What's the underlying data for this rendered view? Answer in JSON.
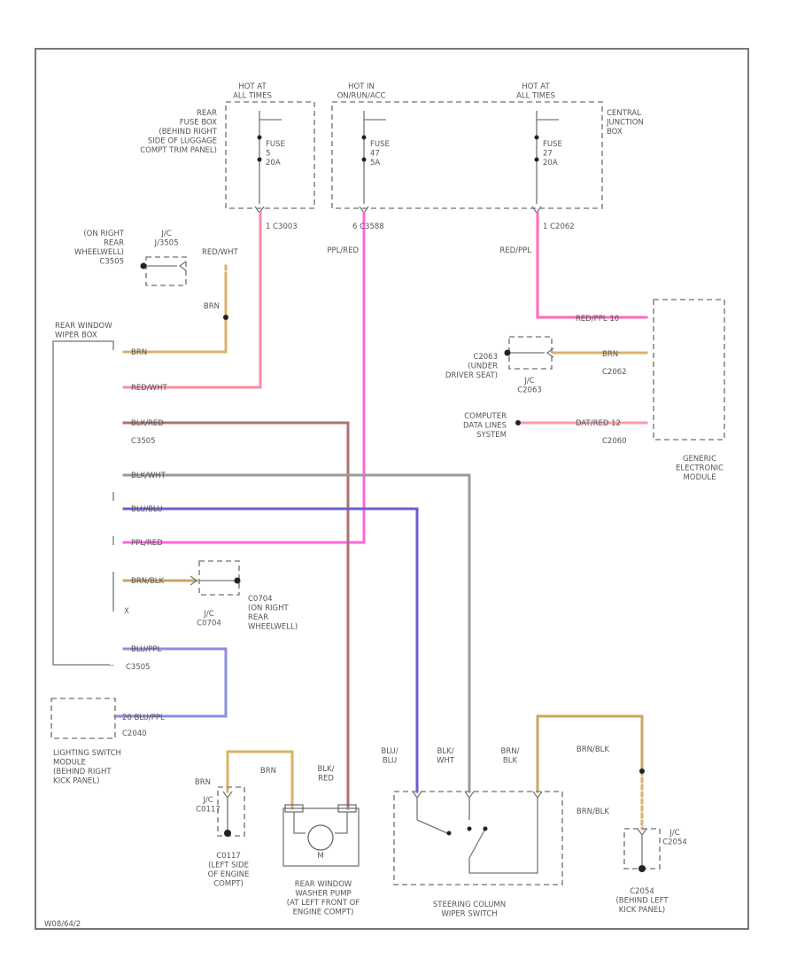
{
  "colors": {
    "red_wht": "#ff8aa0",
    "ppl_red": "#ff66dd",
    "red_ppl": "#ff6ab8",
    "brn": "#d9b26a",
    "blk_red": "#a86a6a",
    "blk_wht": "#999999",
    "blu_blu": "#6a5fd0",
    "blu_ppl": "#8c8de0",
    "dat_red": "#ff9aa8",
    "frame": "#777777"
  },
  "labels": {
    "hot1": "HOT AT\nALL TIMES",
    "hot2": "HOT IN\nON/RUN/ACC",
    "hot3": "HOT AT\nALL TIMES",
    "rear_fuse_box": "REAR\nFUSE BOX\n(BEHIND RIGHT\nSIDE OF LUGGAGE\nCOMPT TRIM PANEL)",
    "central_junction_box": "CENTRAL\nJUNCTION\nBOX",
    "fuse1": "FUSE\n5\n20A",
    "fuse2": "FUSE\n47\n5A",
    "fuse3": "FUSE\n27\n20A",
    "c1": "1  C3003",
    "c2": "6  C3588",
    "c3": "1  C2062",
    "wire_red_wht": "RED/WHT",
    "wire_ppl_red": "PPL/RED",
    "wire_red_ppl": "RED/PPL",
    "jc_c3505_loc": "(ON RIGHT\nREAR\nWHEELWELL)\nC3505",
    "jc_c3505": "J/C\nJ/3505",
    "brn1": "BRN",
    "rear_wiper_box": "REAR WINDOW\nWIPER BOX",
    "pin_brn": "BRN",
    "pin_red_wht": "RED/WHT",
    "pin_blk_red": "BLK/RED",
    "c3505b": "C3505",
    "pin_blk_wht": "BLK/WHT",
    "pin_blu_blu": "BLU/BLU",
    "pin_ppl_red": "PPL/RED",
    "pin_brn_blk": "BRN/BLK",
    "pin_x": "X",
    "pin_blu_ppl": "BLU/PPL",
    "c3505c": "C3505",
    "jc_c0704_loc": "C0704\n(ON RIGHT\nREAR\nWHEELWELL)",
    "jc_c0704": "J/C\nC0704",
    "c2063_loc": "C2063\n(UNDER\nDRIVER SEAT)",
    "jc_c2063": "J/C\nC2063",
    "brn_gem": "BRN",
    "red_ppl_gem": "RED/PPL  10",
    "c2062": "C2062",
    "computer_data": "COMPUTER\nDATA LINES\nSYSTEM",
    "dat_red_pin": "DAT/RED  12",
    "c2060": "C2060",
    "gem": "GENERIC\nELECTRONIC\nMODULE",
    "lighting_pin": "20  BLU/PPL",
    "c2040": "C2040",
    "lighting_switch": "LIGHTING SWITCH\nMODULE\n(BEHIND RIGHT\nKICK PANEL)",
    "brn2": "BRN",
    "jc_c0117": "J/C\nC0117",
    "c0117_loc": "C0117\n(LEFT SIDE\nOF ENGINE\nCOMPT)",
    "pump_brn": "BRN",
    "pump_blk_red": "BLK/\nRED",
    "pump_m": "M",
    "pump_label": "REAR WINDOW\nWASHER PUMP\n(AT LEFT FRONT OF\nENGINE COMPT)",
    "sw_blu_blu": "BLU/\nBLU",
    "sw_blk_wht": "BLK/\nWHT",
    "sw_brn_blk": "BRN/\nBLK",
    "sw_label": "STEERING COLUMN\nWIPER SWITCH",
    "brn_blk1": "BRN/BLK",
    "brn_blk2": "BRN/BLK",
    "jc_c2054": "J/C\nC2054",
    "c2054_loc": "C2054\n(BEHIND LEFT\nKICK PANEL)",
    "footer": "W08/64/2"
  }
}
